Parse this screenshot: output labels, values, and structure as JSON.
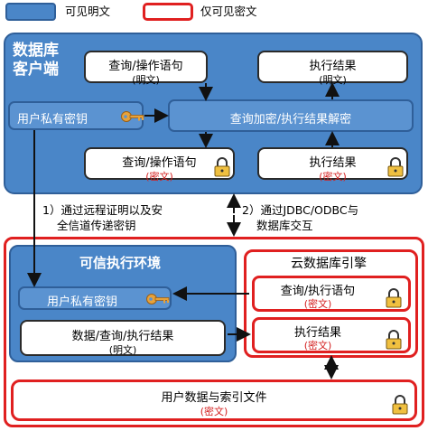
{
  "legend": {
    "plain_label": "可见明文",
    "secret_label": "仅可见密文"
  },
  "client": {
    "title_line1": "数据库",
    "title_line2": "客户端",
    "query_plain": {
      "title": "查询/操作语句",
      "sub": "(明文)"
    },
    "result_plain": {
      "title": "执行结果",
      "sub": "(明文)"
    },
    "private_key": "用户私有密钥",
    "crypto": "查询加密/执行结果解密",
    "query_secret": {
      "title": "查询/操作语句",
      "sub": "(密文)"
    },
    "result_secret": {
      "title": "执行结果",
      "sub": "(密文)"
    }
  },
  "steps": {
    "step1_line1": "1）通过远程证明以及安",
    "step1_line2": "全信道传递密钥",
    "step2_line1": "2）通过JDBC/ODBC与",
    "step2_line2": "数据库交互"
  },
  "tee": {
    "title": "可信执行环境",
    "private_key": "用户私有密钥",
    "data": {
      "title": "数据/查询/执行结果",
      "sub": "(明文)"
    }
  },
  "engine": {
    "title": "云数据库引擎",
    "query": {
      "title": "查询/执行语句",
      "sub": "(密文)"
    },
    "result": {
      "title": "执行结果",
      "sub": "(密文)"
    }
  },
  "storage": {
    "title": "用户数据与索引文件",
    "sub": "(密文)"
  },
  "colors": {
    "blue": "#4a86c8",
    "red": "#e02020",
    "key": "#e8a23a"
  },
  "icons": [
    "key-icon",
    "lock-icon",
    "arrow-icon"
  ]
}
